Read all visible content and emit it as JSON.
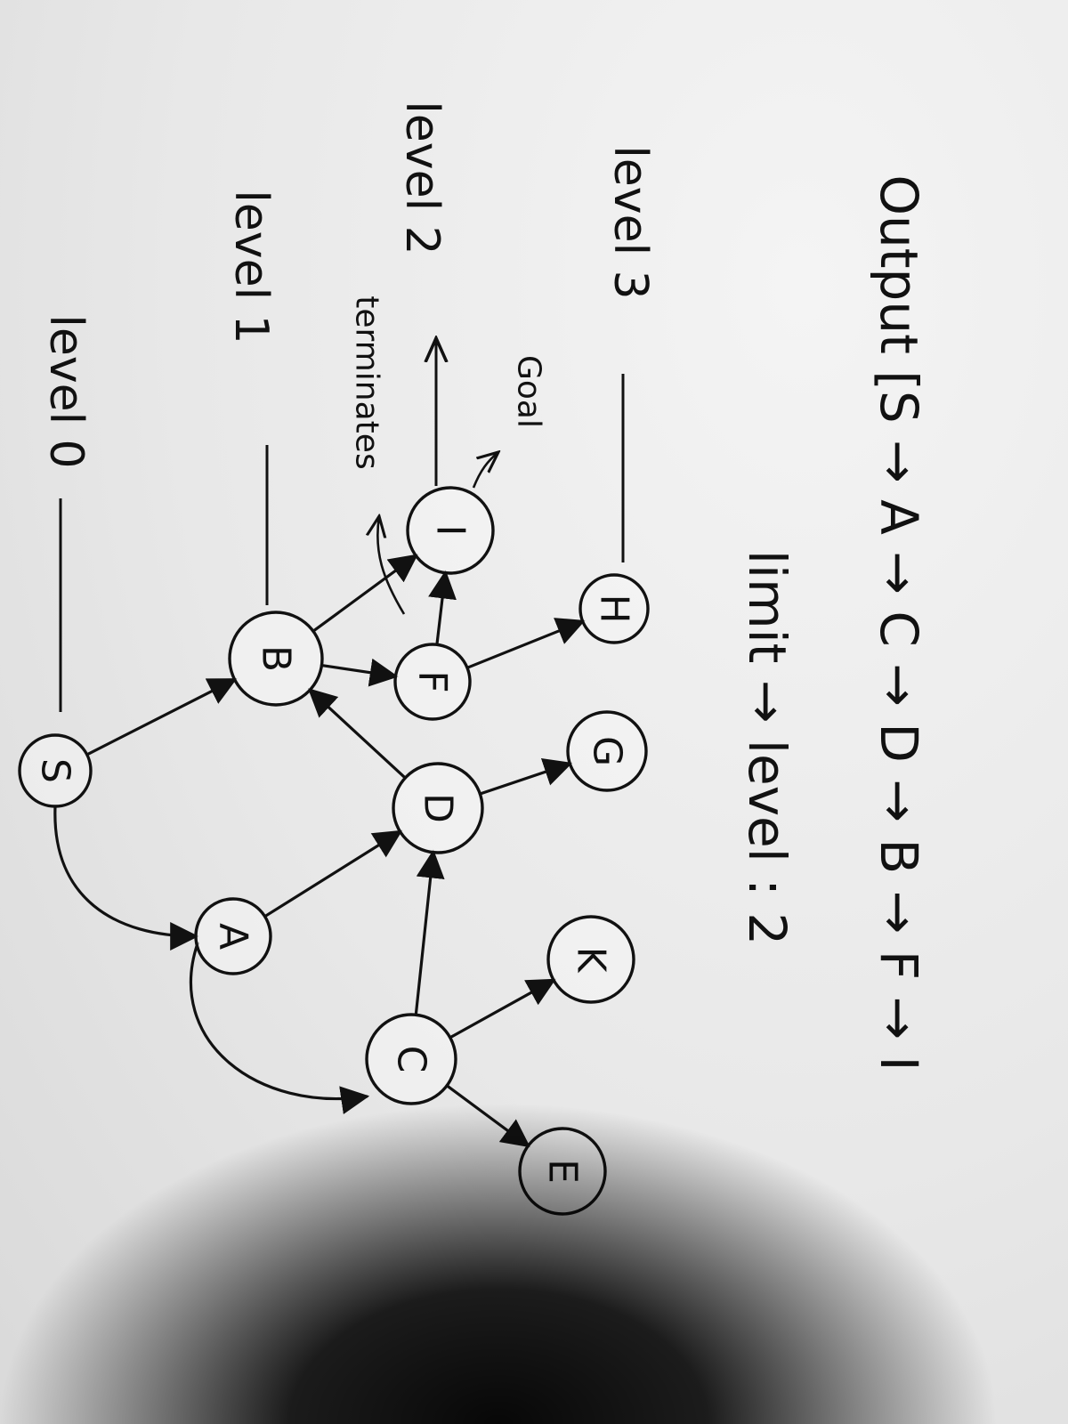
{
  "nodes": [
    {
      "id": "S",
      "label": "S"
    },
    {
      "id": "A",
      "label": "A"
    },
    {
      "id": "B",
      "label": "B"
    },
    {
      "id": "C",
      "label": "C"
    },
    {
      "id": "D",
      "label": "D"
    },
    {
      "id": "E",
      "label": "E"
    },
    {
      "id": "F",
      "label": "F"
    },
    {
      "id": "G",
      "label": "G"
    },
    {
      "id": "H",
      "label": "H"
    },
    {
      "id": "I",
      "label": "I"
    },
    {
      "id": "K",
      "label": "K"
    }
  ],
  "edges": [
    {
      "from": "S",
      "to": "A"
    },
    {
      "from": "S",
      "to": "B"
    },
    {
      "from": "A",
      "to": "C"
    },
    {
      "from": "A",
      "to": "D"
    },
    {
      "from": "C",
      "to": "D"
    },
    {
      "from": "C",
      "to": "E"
    },
    {
      "from": "C",
      "to": "K"
    },
    {
      "from": "D",
      "to": "B"
    },
    {
      "from": "D",
      "to": "G"
    },
    {
      "from": "B",
      "to": "F"
    },
    {
      "from": "B",
      "to": "I"
    },
    {
      "from": "F",
      "to": "I"
    },
    {
      "from": "F",
      "to": "H"
    }
  ],
  "levels": [
    "level 0",
    "level 1",
    "level 2",
    "level 3"
  ],
  "annotations": {
    "terminates": "terminates",
    "goal": "Goal"
  },
  "limit_text": "limit → level : 2",
  "output_text": "Output [S → A → C → D → B → F → I"
}
